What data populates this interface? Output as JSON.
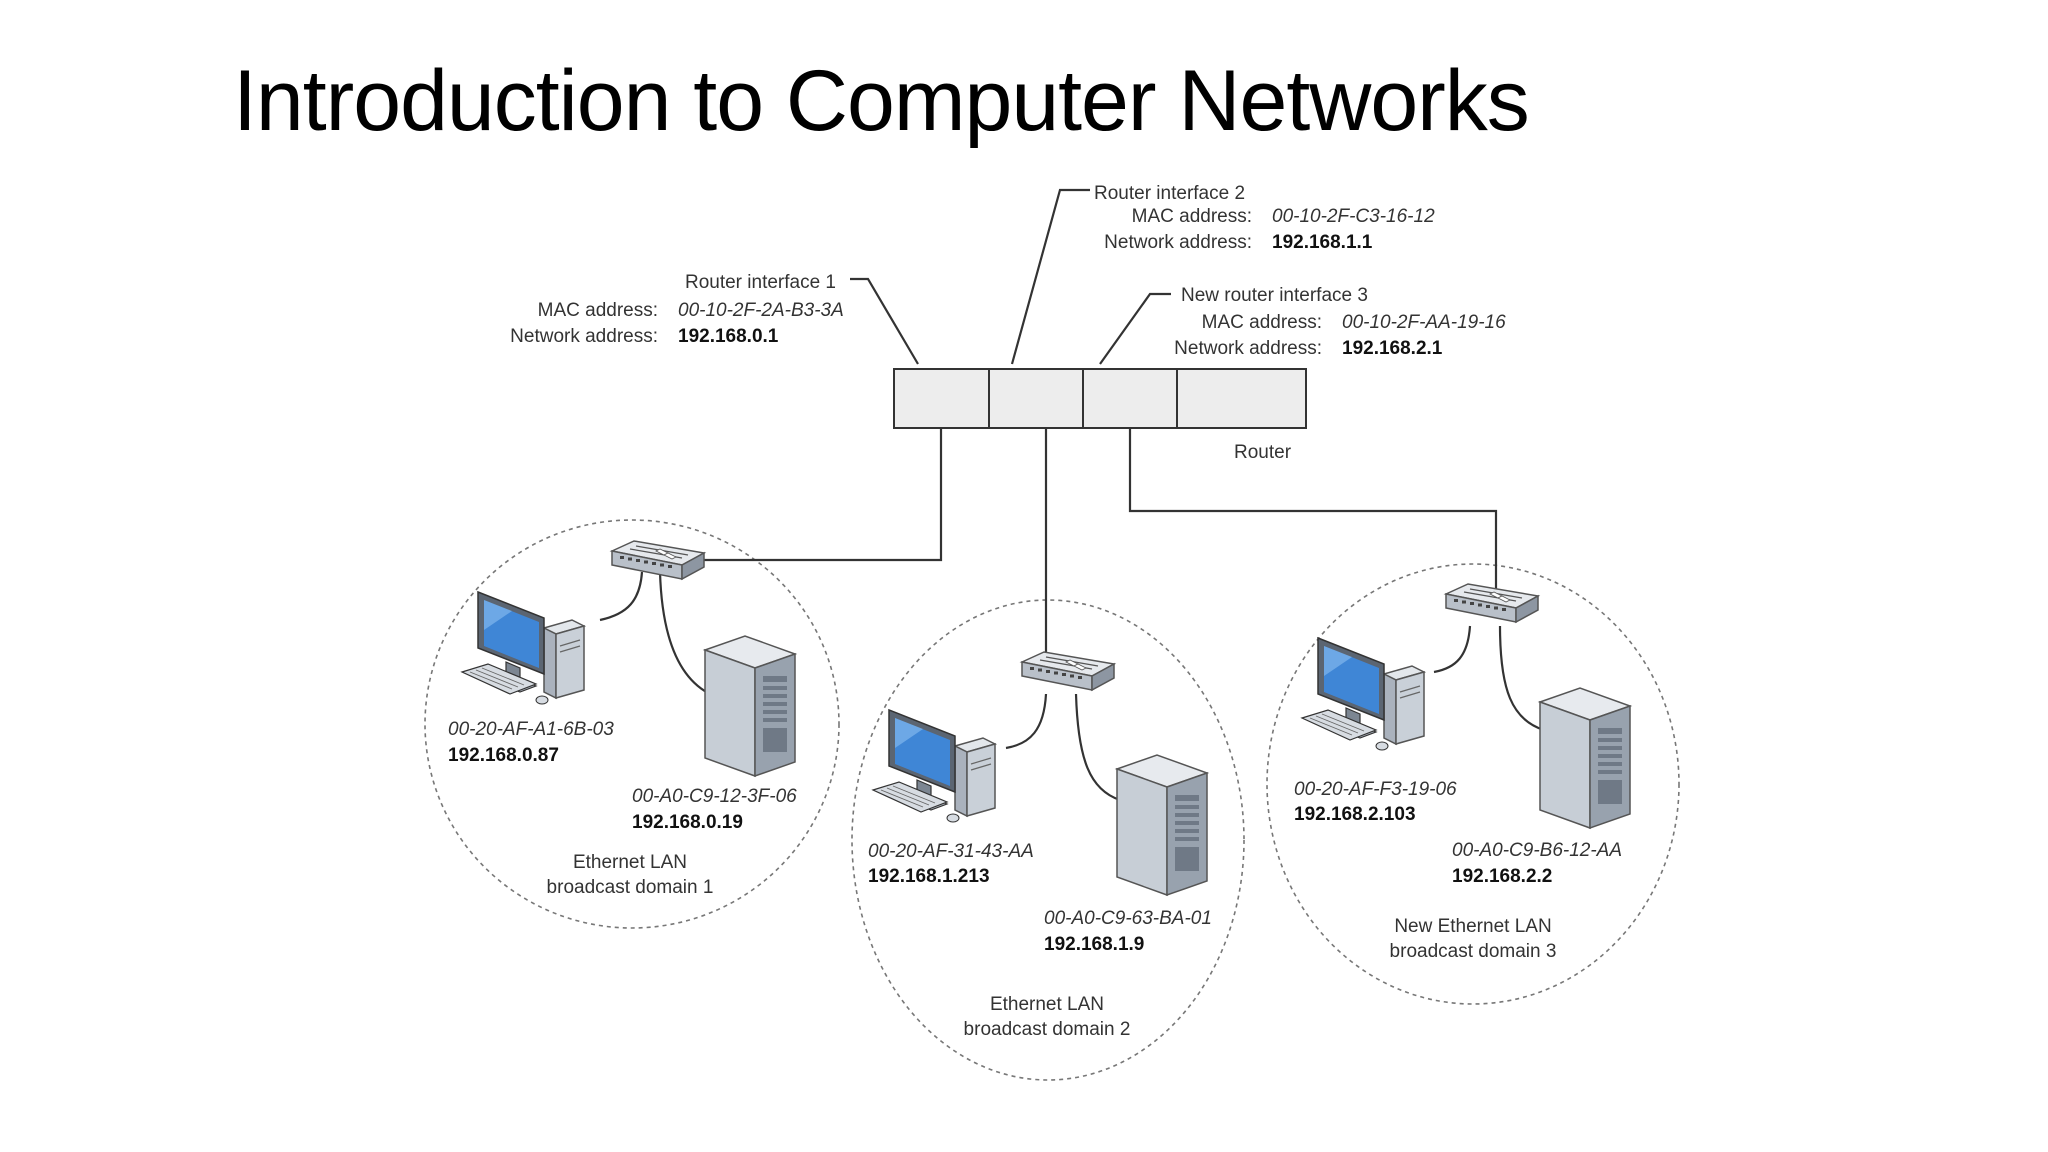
{
  "slide": {
    "title": "Introduction to Computer Networks"
  },
  "router": {
    "label": "Router",
    "interfaces": [
      {
        "name": "Router interface 1",
        "mac_label": "MAC address:",
        "mac": "00-10-2F-2A-B3-3A",
        "net_label": "Network address:",
        "ip": "192.168.0.1"
      },
      {
        "name": "Router interface 2",
        "mac_label": "MAC address:",
        "mac": "00-10-2F-C3-16-12",
        "net_label": "Network address:",
        "ip": "192.168.1.1"
      },
      {
        "name": "New router interface 3",
        "mac_label": "MAC address:",
        "mac": "00-10-2F-AA-19-16",
        "net_label": "Network address:",
        "ip": "192.168.2.1"
      }
    ]
  },
  "lans": [
    {
      "name": "Ethernet LAN",
      "domain": "broadcast domain 1",
      "pc": {
        "mac": "00-20-AF-A1-6B-03",
        "ip": "192.168.0.87"
      },
      "server": {
        "mac": "00-A0-C9-12-3F-06",
        "ip": "192.168.0.19"
      }
    },
    {
      "name": "Ethernet LAN",
      "domain": "broadcast domain 2",
      "pc": {
        "mac": "00-20-AF-31-43-AA",
        "ip": "192.168.1.213"
      },
      "server": {
        "mac": "00-A0-C9-63-BA-01",
        "ip": "192.168.1.9"
      }
    },
    {
      "name": "New Ethernet LAN",
      "domain": "broadcast domain 3",
      "pc": {
        "mac": "00-20-AF-F3-19-06",
        "ip": "192.168.2.103"
      },
      "server": {
        "mac": "00-A0-C9-B6-12-AA",
        "ip": "192.168.2.2"
      }
    }
  ],
  "icons": {
    "switch": "network-switch-icon",
    "pc": "desktop-computer-icon",
    "server": "server-tower-icon"
  },
  "colors": {
    "screen": "#3f86d6",
    "device_body": "#c8ced6",
    "device_dark": "#8e98a4",
    "router_fill": "#ededed"
  }
}
